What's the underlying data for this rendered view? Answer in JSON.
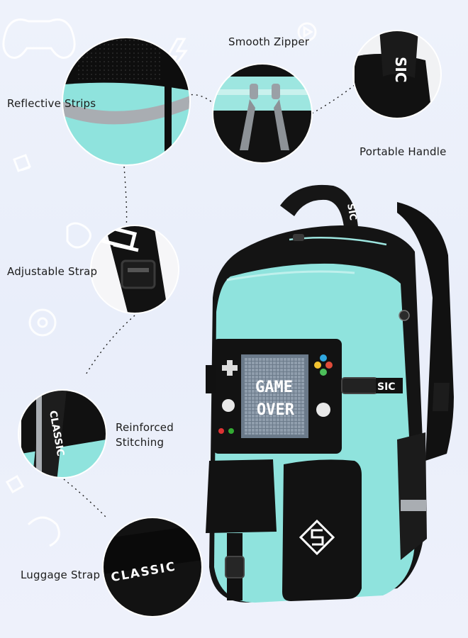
{
  "features": {
    "reflective_strips": "Reflective Strips",
    "smooth_zipper": "Smooth Zipper",
    "portable_handle": "Portable Handle",
    "adjustable_strap": "Adjustable Strap",
    "reinforced_stitching_line1": "Reinforced",
    "reinforced_stitching_line2": "Stitching",
    "luggage_strap": "Luggage Strap"
  },
  "backpack": {
    "screen_text_line1": "GAME",
    "screen_text_line2": "OVER",
    "strap_text": "CLASSIC",
    "strap_text_short": "SIC",
    "handle_text": "SIC"
  },
  "colors": {
    "aqua": "#8fe3dd",
    "black": "#141414",
    "background": "#eef2fb",
    "reflective": "#a9adb2"
  },
  "icons": [
    "game-controller-icon",
    "lightning-icon",
    "play-button-icon",
    "joystick-icon",
    "usb-port-icon",
    "buckle-icon",
    "logo-s-icon"
  ]
}
